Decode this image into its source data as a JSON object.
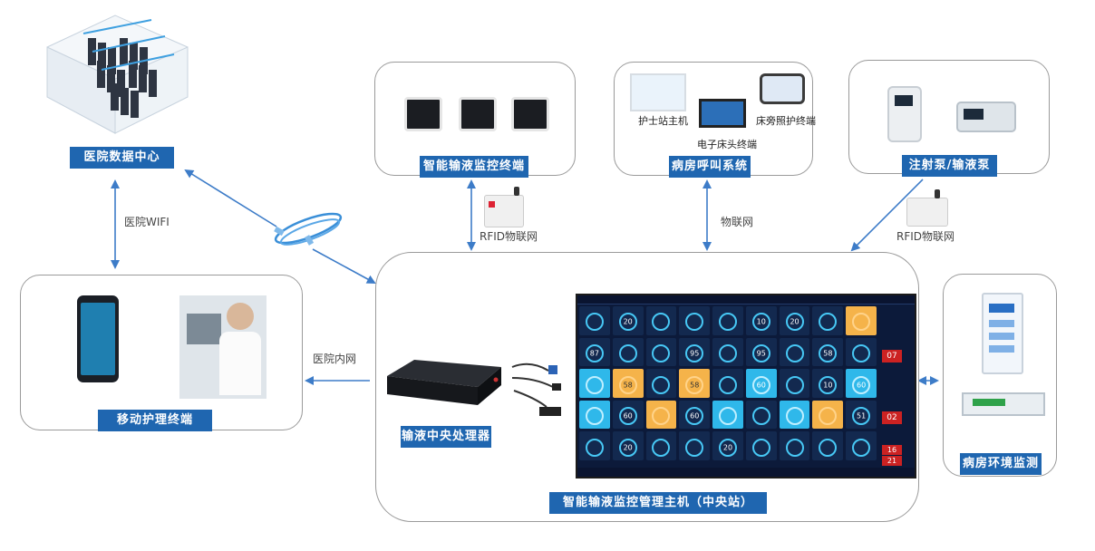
{
  "nodes": {
    "data_center": {
      "label": "医院数据中心"
    },
    "infusion_terminal": {
      "label": "智能输液监控终端"
    },
    "call_system": {
      "label": "病房呼叫系统",
      "nurse_station": "护士站主机",
      "bedside": "电子床头终端",
      "ward_display": "床旁照护终端"
    },
    "pump": {
      "label": "注射泵/输液泵"
    },
    "mobile": {
      "label": "移动护理终端"
    },
    "central": {
      "label": "智能输液监控管理主机（中央站）"
    },
    "processor": {
      "label": "输液中央处理器"
    },
    "env": {
      "label": "病房环境监测"
    }
  },
  "links": {
    "wifi": "医院WIFI",
    "rfid_left": "RFID物联网",
    "iot": "物联网",
    "rfid_right": "RFID物联网",
    "intranet": "医院内网"
  },
  "screen": {
    "side_numbers": [
      "07",
      "02",
      "16",
      "21"
    ],
    "tile_values": [
      "",
      "20",
      "",
      "",
      "",
      "10",
      "20",
      "",
      "",
      "87",
      "",
      "",
      "95",
      "",
      "95",
      "",
      "58",
      "",
      "",
      "58",
      "",
      "58",
      "",
      "60",
      "",
      "10",
      "60",
      "",
      "60",
      "",
      "60",
      "",
      "",
      "",
      "",
      "51",
      "",
      "20",
      "",
      "",
      "20",
      "",
      "",
      "",
      ""
    ]
  },
  "colors": {
    "tag_blue": "#1f66b0",
    "arrow_blue": "#3d7cc8",
    "screen_bg": "#0c1a3a",
    "tile_dark": "#13294f",
    "tile_cyan": "#2fb8ea",
    "tile_orange": "#f5b34a"
  }
}
